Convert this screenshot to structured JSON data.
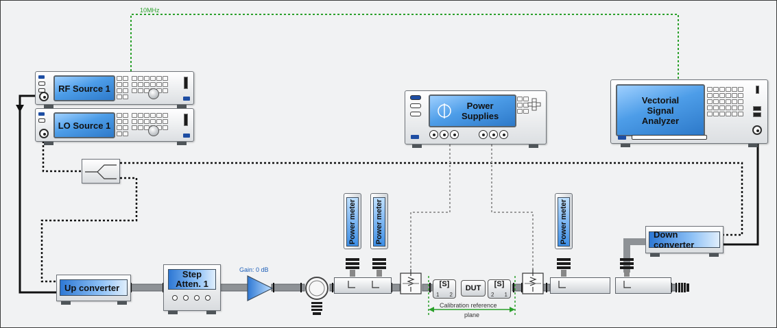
{
  "reference": {
    "label": "10MHz",
    "color": "#2aa02a"
  },
  "rf_source": {
    "label": "RF Source 1"
  },
  "lo_source": {
    "label": "LO Source 1"
  },
  "power_supplies": {
    "label_line1": "Power",
    "label_line2": "Supplies"
  },
  "vsa": {
    "label_line1": "Vectorial",
    "label_line2": "Signal",
    "label_line3": "Analyzer"
  },
  "up_converter": {
    "label": "Up converter"
  },
  "step_attenuator": {
    "label_line1": "Step",
    "label_line2": "Atten. 1"
  },
  "amplifier": {
    "gain_label": "Gain: 0 dB"
  },
  "power_meters": [
    "Power meter",
    "Power meter",
    "Power meter"
  ],
  "fixture": {
    "s_left": {
      "label": "[S]",
      "port_a": "1",
      "port_b": "2"
    },
    "dut": "DUT",
    "s_right": {
      "label": "[S]",
      "port_a": "2",
      "port_b": "1"
    },
    "calibration_line1": "Calibration reference",
    "calibration_line2": "plane"
  },
  "down_converter": {
    "label": "Down converter"
  },
  "colors": {
    "screen": "#4d9de8",
    "rf_cable": "#8e9296",
    "dotted_signal": "#222222",
    "dc_dotted": "#9a9a9a"
  }
}
